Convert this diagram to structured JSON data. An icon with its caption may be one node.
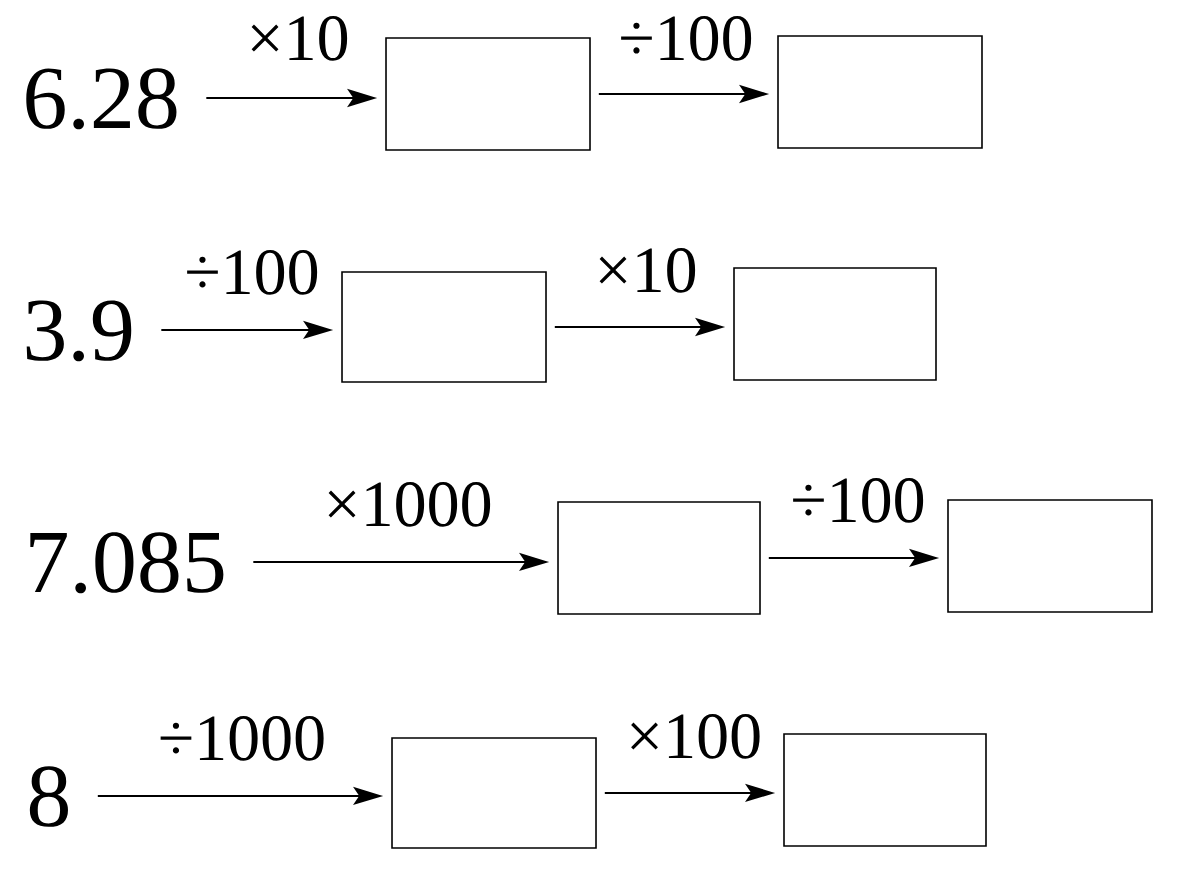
{
  "diagram": {
    "nodes": [
      {
        "text": [
          "6.28"
        ]
      },
      {
        "text": [],
        "shape": "box"
      },
      {
        "text": [],
        "shape": "box"
      },
      {
        "text": [
          "3.9"
        ]
      },
      {
        "text": [],
        "shape": "box"
      },
      {
        "text": [],
        "shape": "box"
      },
      {
        "text": [
          "7.085"
        ]
      },
      {
        "text": [],
        "shape": "box"
      },
      {
        "text": [],
        "shape": "box"
      },
      {
        "text": [
          "8"
        ]
      },
      {
        "text": [],
        "shape": "box"
      },
      {
        "text": [],
        "shape": "box"
      }
    ],
    "edges": [
      {
        "from": 0,
        "to": 1,
        "arrow": "to",
        "label": "×10"
      },
      {
        "from": 1,
        "to": 2,
        "arrow": "to",
        "label": "÷100"
      },
      {
        "from": 3,
        "to": 4,
        "arrow": "to",
        "label": "÷100"
      },
      {
        "from": 4,
        "to": 5,
        "arrow": "to",
        "label": "×10"
      },
      {
        "from": 6,
        "to": 7,
        "arrow": "to",
        "label": "×1000"
      },
      {
        "from": 7,
        "to": 8,
        "arrow": "to",
        "label": "÷100"
      },
      {
        "from": 9,
        "to": 10,
        "arrow": "to",
        "label": "÷1000"
      },
      {
        "from": 10,
        "to": 11,
        "arrow": "to",
        "label": "×100"
      }
    ]
  }
}
